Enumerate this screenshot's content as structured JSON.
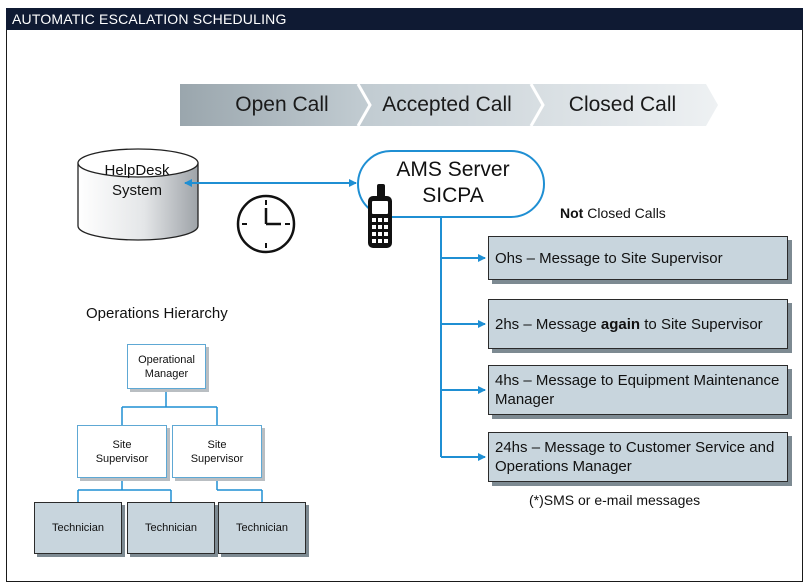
{
  "title": "AUTOMATIC ESCALATION SCHEDULING",
  "stages": [
    "Open Call",
    "Accepted Call",
    "Closed Call"
  ],
  "helpdesk": {
    "line1": "HelpDesk",
    "line2": "System"
  },
  "server": {
    "line1": "AMS Server",
    "line2": "SICPA"
  },
  "not_closed": {
    "bold": "Not",
    "rest": " Closed Calls"
  },
  "messages": [
    {
      "before": "Ohs – Message to Site Supervisor",
      "bold": "",
      "after": ""
    },
    {
      "before": "2hs – Message ",
      "bold": "again",
      "after": " to Site Supervisor"
    },
    {
      "before": "4hs – Message to Equipment Maintenance  Manager",
      "bold": "",
      "after": ""
    },
    {
      "before": "24hs – Message to Customer Service and Operations Manager",
      "bold": "",
      "after": ""
    }
  ],
  "footnote": "(*)SMS or e-mail messages",
  "hierarchy": {
    "title": "Operations Hierarchy",
    "manager": {
      "line1": "Operational",
      "line2": "Manager"
    },
    "supervisors": [
      {
        "line1": "Site",
        "line2": "Supervisor"
      },
      {
        "line1": "Site",
        "line2": "Supervisor"
      }
    ],
    "technicians": [
      "Technician",
      "Technician",
      "Technician"
    ]
  },
  "colors": {
    "title_bar": "#0f1a33",
    "accent_blue": "#1f8fd3",
    "box_fill": "#c8d5dd",
    "stage_fill": "#cfd8de"
  },
  "icons": [
    "database-icon",
    "clock-icon",
    "mobile-phone-icon"
  ]
}
